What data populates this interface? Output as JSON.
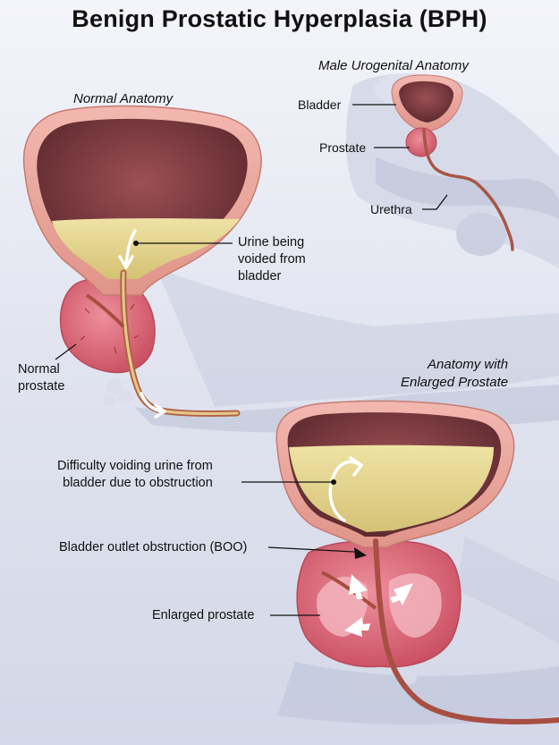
{
  "title": "Benign Prostatic Hyperplasia (BPH)",
  "sections": {
    "normal": "Normal Anatomy",
    "male": "Male Urogenital Anatomy",
    "enlarged": "Anatomy with\nEnlarged Prostate"
  },
  "labels": {
    "bladder": "Bladder",
    "prostate": "Prostate",
    "urethra": "Urethra",
    "urine_voided": "Urine being\nvoided from\nbladder",
    "normal_prostate": "Normal\nprostate",
    "difficulty": "Difficulty voiding urine from\nbladder due to obstruction",
    "boo": "Bladder outlet obstruction (BOO)",
    "enlarged_prostate": "Enlarged prostate"
  },
  "colors": {
    "bladder_wall": "#e8a39e",
    "bladder_lumen": "#7a3a3e",
    "urine": "#e3d48f",
    "prostate": "#dc6f7e",
    "urethra": "#b05a49",
    "leader": "#111111"
  },
  "icons": [
    "flow-arrow",
    "obstruction-arrow"
  ]
}
